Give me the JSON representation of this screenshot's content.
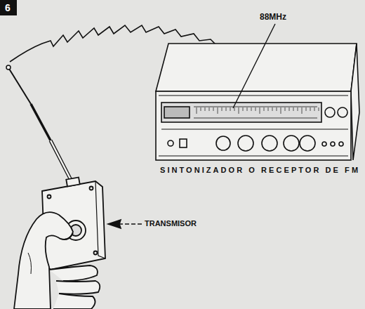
{
  "diagram": {
    "labels": [
      "6",
      "88MHz",
      "SINTONIZADOR O RECEPTOR DE FM",
      "TRANSMISOR"
    ]
  }
}
